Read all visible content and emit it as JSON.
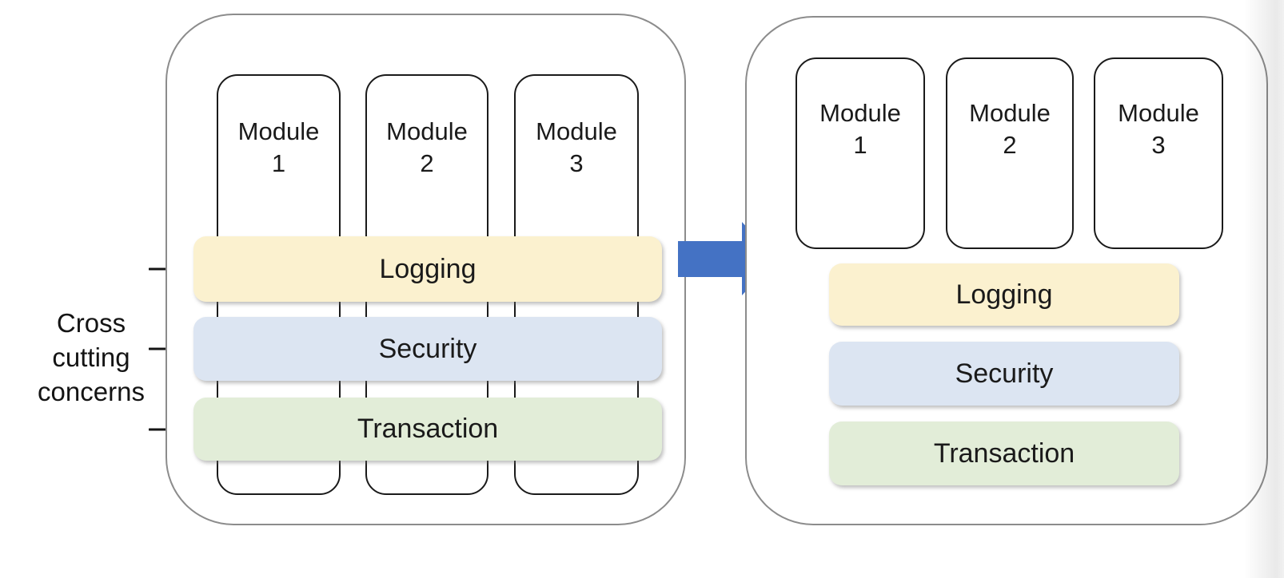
{
  "annotation": {
    "line1": "Cross",
    "line2": "cutting",
    "line3": "concerns"
  },
  "colors": {
    "logging_bg": "#FBF1CF",
    "security_bg": "#DCE5F2",
    "transaction_bg": "#E2EDD8",
    "arrow": "#4472C4",
    "module_border": "#1a1a1a",
    "container_border": "#8c8c8c"
  },
  "before": {
    "modules": [
      {
        "label": "Module",
        "number": "1"
      },
      {
        "label": "Module",
        "number": "2"
      },
      {
        "label": "Module",
        "number": "3"
      }
    ],
    "concerns": [
      {
        "label": "Logging"
      },
      {
        "label": "Security"
      },
      {
        "label": "Transaction"
      }
    ]
  },
  "after": {
    "modules": [
      {
        "label": "Module",
        "number": "1"
      },
      {
        "label": "Module",
        "number": "2"
      },
      {
        "label": "Module",
        "number": "3"
      }
    ],
    "concerns": [
      {
        "label": "Logging"
      },
      {
        "label": "Security"
      },
      {
        "label": "Transaction"
      }
    ]
  }
}
